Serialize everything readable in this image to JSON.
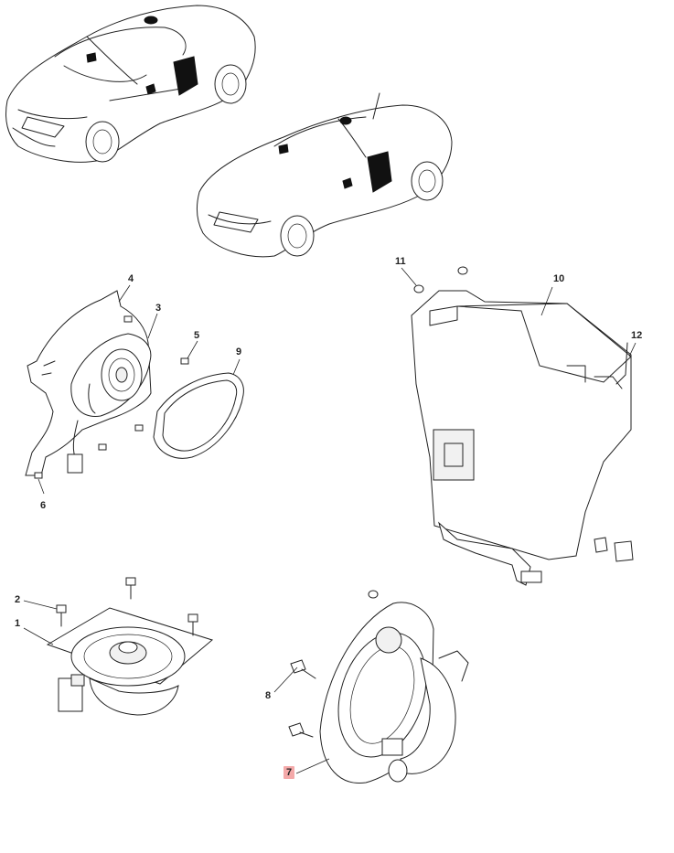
{
  "diagram": {
    "callouts": [
      {
        "id": "c1",
        "label": "1",
        "highlight": false
      },
      {
        "id": "c2",
        "label": "2",
        "highlight": false
      },
      {
        "id": "c3",
        "label": "3",
        "highlight": false
      },
      {
        "id": "c4",
        "label": "4",
        "highlight": false
      },
      {
        "id": "c5",
        "label": "5",
        "highlight": false
      },
      {
        "id": "c6",
        "label": "6",
        "highlight": false
      },
      {
        "id": "c7",
        "label": "7",
        "highlight": true
      },
      {
        "id": "c8",
        "label": "8",
        "highlight": false
      },
      {
        "id": "c9",
        "label": "9",
        "highlight": false
      },
      {
        "id": "c10",
        "label": "10",
        "highlight": false
      },
      {
        "id": "c11",
        "label": "11",
        "highlight": false
      },
      {
        "id": "c12",
        "label": "12",
        "highlight": false
      }
    ],
    "highlight_color": "#f4a9a9",
    "line_color": "#222222"
  }
}
